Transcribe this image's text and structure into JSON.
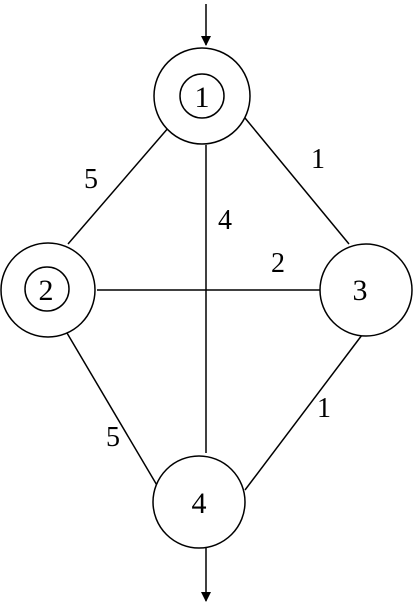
{
  "nodes": [
    {
      "id": "1",
      "label": "1",
      "kind": "start"
    },
    {
      "id": "2",
      "label": "2",
      "kind": "double"
    },
    {
      "id": "3",
      "label": "3",
      "kind": "single"
    },
    {
      "id": "4",
      "label": "4",
      "kind": "end"
    }
  ],
  "edges": [
    {
      "from": "1",
      "to": "2",
      "weight": "5"
    },
    {
      "from": "1",
      "to": "3",
      "weight": "1"
    },
    {
      "from": "1",
      "to": "4",
      "weight": "4"
    },
    {
      "from": "2",
      "to": "3",
      "weight": "2"
    },
    {
      "from": "2",
      "to": "4",
      "weight": "5"
    },
    {
      "from": "3",
      "to": "4",
      "weight": "1"
    }
  ],
  "colors": {
    "stroke": "#000000",
    "background": "#ffffff"
  }
}
